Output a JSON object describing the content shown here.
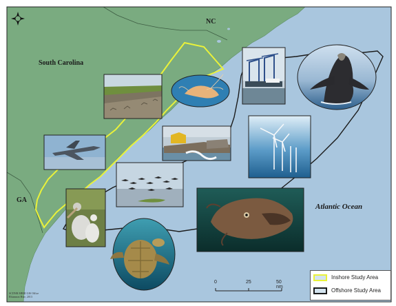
{
  "labels": {
    "south_carolina": "South Carolina",
    "north_carolina": "NC",
    "georgia": "GA",
    "ocean": "Atlantic Ocean"
  },
  "legend": {
    "inshore": "Inshore Study Area",
    "offshore": "Offshore Study Area"
  },
  "scale": {
    "tick0": "0",
    "tick1": "25",
    "tick2": "50 nm"
  },
  "credit": {
    "line1": "SCDNR MRRI GIS Office",
    "line2": "Rhiannon Hise, 2013"
  },
  "colors": {
    "ocean": "#a8c5de",
    "land": "#7aab80",
    "inshore_outline": "#eaf23a",
    "offshore_outline": "#1a1a1a"
  },
  "photos": [
    {
      "name": "marsh-oyster-photo",
      "subject": "marsh oyster reef"
    },
    {
      "name": "shrimp-photo",
      "subject": "shrimp"
    },
    {
      "name": "port-cranes-photo",
      "subject": "port cranes"
    },
    {
      "name": "right-whale-photo",
      "subject": "right whale"
    },
    {
      "name": "fighter-jet-photo",
      "subject": "fighter jet"
    },
    {
      "name": "dredge-photo",
      "subject": "dredge"
    },
    {
      "name": "wind-turbines-photo",
      "subject": "wind turbines"
    },
    {
      "name": "shorebirds-photo",
      "subject": "shorebirds"
    },
    {
      "name": "pelicans-photo",
      "subject": "pelicans"
    },
    {
      "name": "grouper-photo",
      "subject": "grouper"
    },
    {
      "name": "sea-turtle-photo",
      "subject": "sea turtle"
    }
  ]
}
